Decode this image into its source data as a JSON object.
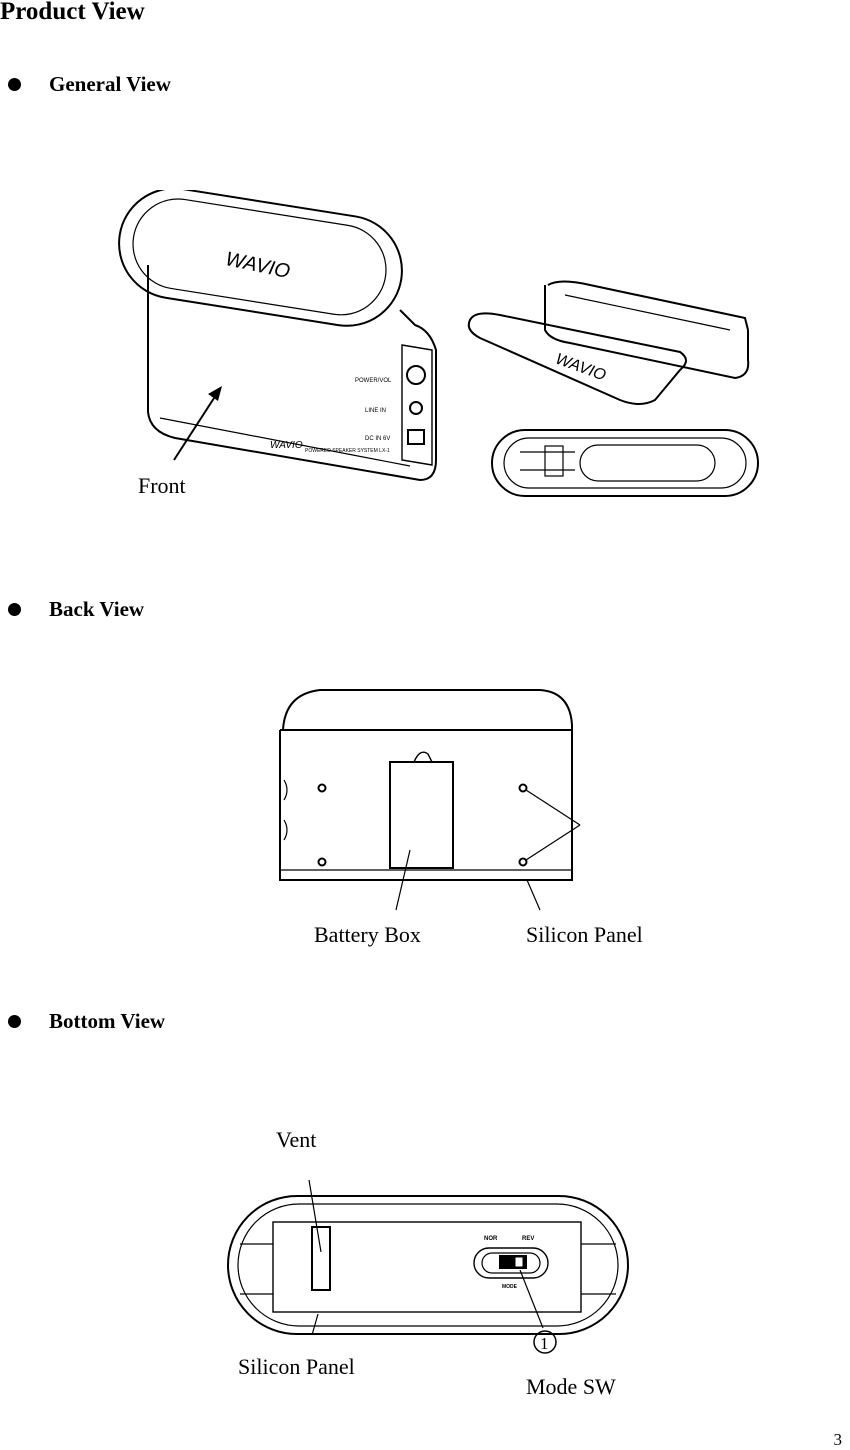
{
  "page_title": "Product View",
  "sections": {
    "general": "General View",
    "back": "Back View",
    "bottom": "Bottom View"
  },
  "labels": {
    "front": "Front",
    "battery_box": "Battery Box",
    "silicon_panel_back": "Silicon Panel",
    "vent": "Vent",
    "silicon_panel_bottom": "Silicon Panel",
    "mode_sw": "Mode SW",
    "callout_number": "1"
  },
  "device_text": {
    "brand": "WAVIO",
    "power_vol": "POWER/VOL",
    "line_in": "LINE IN",
    "dc_in": "DC IN 6V",
    "model_line": "POWERED SPEAKER SYSTEM LX-1",
    "switch_nor": "NOR",
    "switch_rev": "REV",
    "switch_mode": "MODE"
  },
  "page_number": "3"
}
